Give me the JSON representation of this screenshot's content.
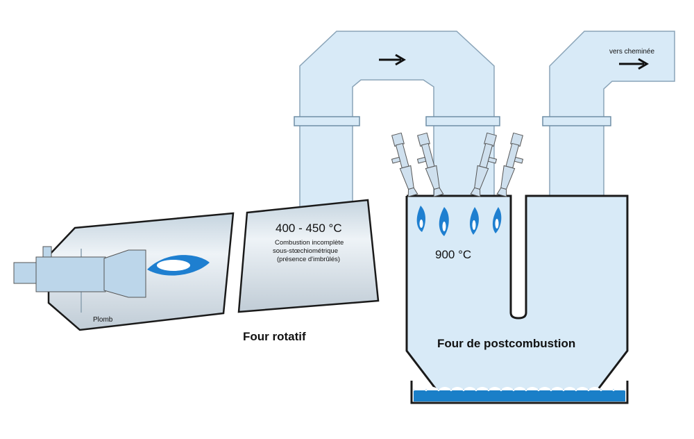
{
  "labels": {
    "rotary_temp": "400 - 450 °C",
    "rotary_note_1": "Combustion incomplète",
    "rotary_note_2": "sous-stœchiométrique",
    "rotary_note_3": "(présence d'imbrûlés)",
    "lead": "Plomb",
    "rotary_furnace": "Four rotatif",
    "post_temp": "900 °C",
    "post_furnace": "Four de postcombustion",
    "chimney": "vers cheminée"
  },
  "colors": {
    "fill": "#d8eaf7",
    "outline": "#1a1a1a",
    "flame": "#1e7fd0",
    "water": "#1a7fc8"
  }
}
